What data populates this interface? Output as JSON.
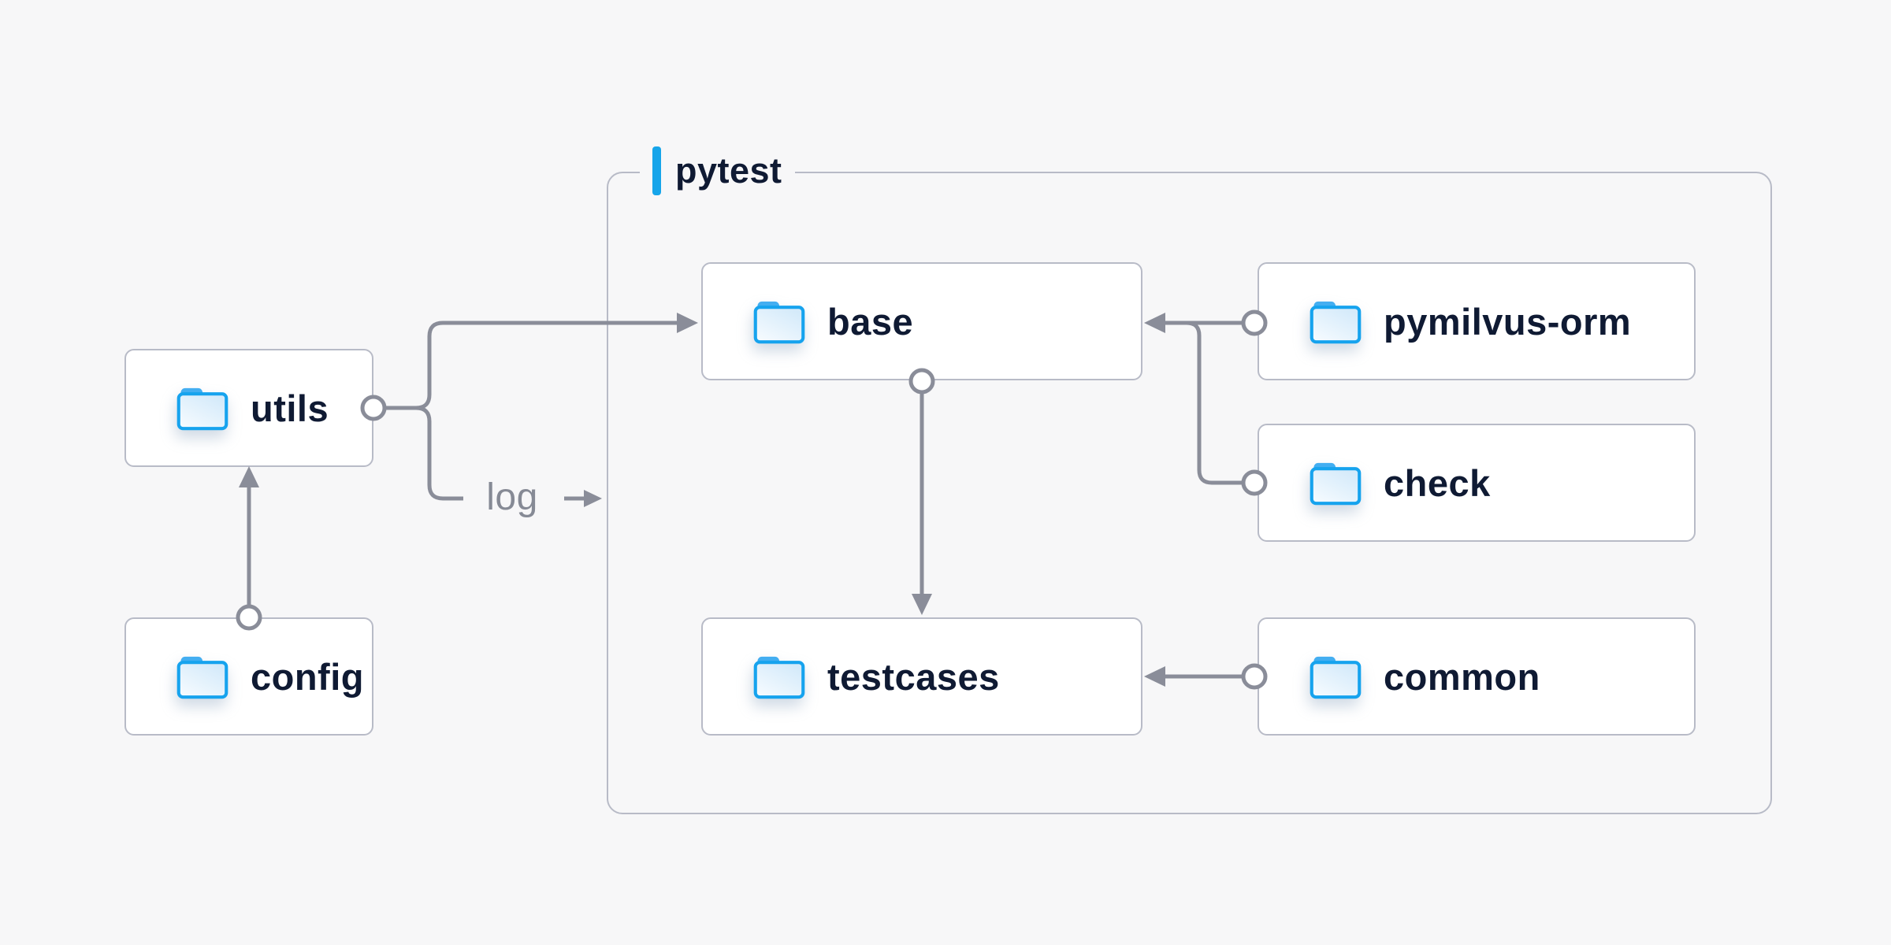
{
  "title": "pytest folder architecture diagram",
  "container": {
    "label": "pytest"
  },
  "nodes": {
    "utils": {
      "label": "utils"
    },
    "config": {
      "label": "config"
    },
    "base": {
      "label": "base"
    },
    "testcases": {
      "label": "testcases"
    },
    "pymilvus_orm": {
      "label": "pymilvus-orm"
    },
    "check": {
      "label": "check"
    },
    "common": {
      "label": "common"
    }
  },
  "edges": [
    {
      "from": "config",
      "to": "utils"
    },
    {
      "from": "utils",
      "to": "base"
    },
    {
      "from": "utils",
      "to": "log-output",
      "label": "log"
    },
    {
      "from": "base",
      "to": "testcases"
    },
    {
      "from": "pymilvus-orm",
      "to": "base"
    },
    {
      "from": "check",
      "to": "base"
    },
    {
      "from": "common",
      "to": "testcases"
    }
  ],
  "edge_labels": {
    "log": "log"
  },
  "colors": {
    "background": "#f7f7f8",
    "box_fill": "#ffffff",
    "box_border": "#b8bbc7",
    "accent_blue": "#16a5ea",
    "folder_blue": "#16a3ee",
    "text_navy": "#0f1a33",
    "line_gray": "#8a8d99"
  }
}
